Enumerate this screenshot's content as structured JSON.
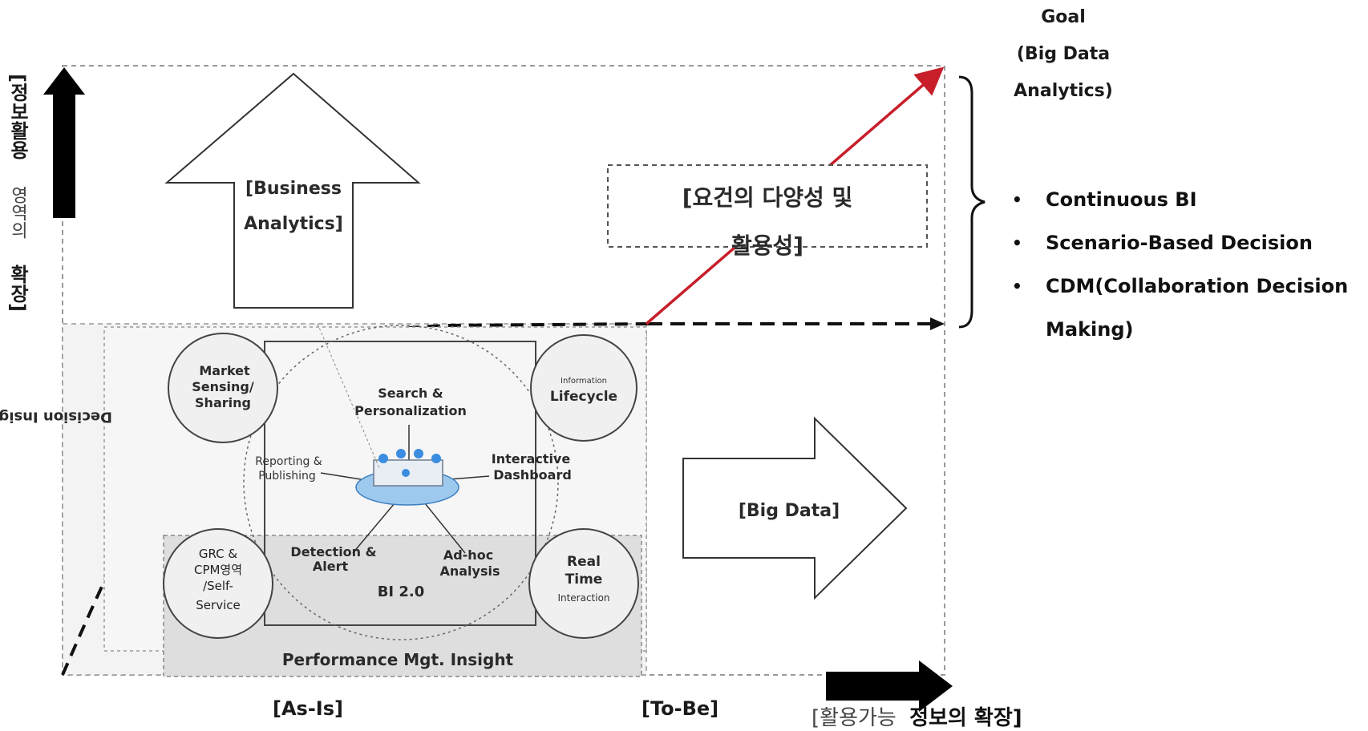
{
  "goal": {
    "line1": "Goal",
    "line2": "(Big Data",
    "line3": "Analytics)"
  },
  "y_axis": {
    "label_bold": "[정보활용",
    "label_light": "영역의",
    "label_tail": "확장]"
  },
  "x_axis": {
    "label_light": "[활용가능",
    "label_bold": "정보의 확장]"
  },
  "as_is": "[As-Is]",
  "to_be": "[To-Be]",
  "business_analytics": {
    "line1": "[Business",
    "line2": "Analytics]"
  },
  "requirements": {
    "line1": "[요건의 다양성 및",
    "line2": "활용성]"
  },
  "big_data": "[Big Data]",
  "bullets": [
    {
      "line1": "Continuous BI"
    },
    {
      "line1": "Scenario-Based Decision"
    },
    {
      "line1": "CDM(Collaboration Decision",
      "line2": "Making)"
    }
  ],
  "bi_diagram": {
    "decision_insight": "Decision Insight",
    "performance_insight": "Performance Mgt. Insight",
    "center": "BI 2.0",
    "circles": {
      "market": [
        "Market",
        "Sensing/",
        "Sharing"
      ],
      "information": [
        "Information",
        "Lifecycle"
      ],
      "grc": [
        "GRC &",
        "CPM영역",
        "/Self-",
        "Service"
      ],
      "realtime": [
        "Real",
        "Time",
        "Interaction"
      ]
    },
    "nodes": {
      "search": [
        "Search &",
        "Personalization"
      ],
      "reporting": [
        "Reporting &",
        "Publishing"
      ],
      "interactive": [
        "Interactive",
        "Dashboard"
      ],
      "detection": [
        "Detection &",
        "Alert"
      ],
      "adhoc": [
        "Ad-hoc",
        "Analysis"
      ]
    }
  },
  "colors": {
    "red_arrow": "#c81e2a",
    "black": "#000000",
    "dashed": "#888888"
  }
}
